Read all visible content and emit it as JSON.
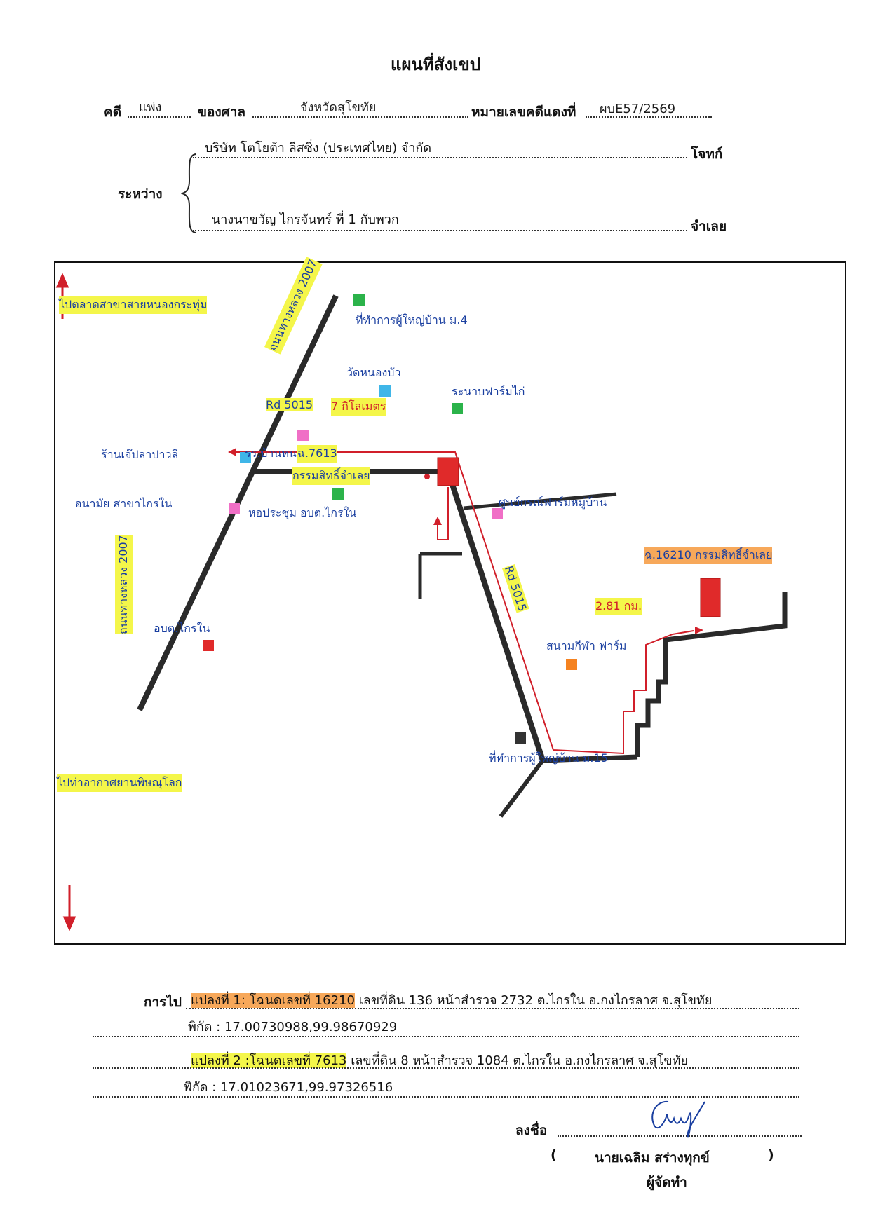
{
  "title": "แผนที่สังเขป",
  "header": {
    "case_label": "คดี",
    "case_value": "แพ่ง",
    "court_label": "ของศาล",
    "court_value": "จังหวัดสุโขทัย",
    "red_case_label": "หมายเลขคดีแดงที่",
    "red_case_value": "ผบE57/2569",
    "between_label": "ระหว่าง",
    "plaintiff_name": "บริษัท โตโยต้า ลีสซิ่ง (ประเทศไทย) จำกัด",
    "plaintiff_role": "โจทก์",
    "defendant_name": "นางนาขวัญ ไกรจันทร์ ที่ 1 กับพวก",
    "defendant_role": "จำเลย"
  },
  "map": {
    "north_note": "ไปตลาดสาขาสายหนองกระทุ่ม",
    "south_note": "ไปท่าอากาศยานพิษณุโลก",
    "road_2007_top": "ถนนทางหลวง 2007",
    "road_2007_bottom": "ถนนทางหลวง 2007",
    "village_head_4": "ที่ทำการผู้ใหญ่บ้าน ม.4",
    "temple": "วัดหนองบัว",
    "rd_5015_top": "Rd 5015",
    "distance_1": "7 กิโลเมตร",
    "chicken_farm": "ระนาบฟาร์มไก่",
    "shop": "ร้านเจ๊ปลาปาวลี",
    "rpt_school": "รร.บ้านหนองบัว",
    "plot2_label_1": "ฉ.7613",
    "plot2_label_2": "กรรมสิทธิ์จำเลย",
    "health_center": "อนามัย สาขาไกรใน",
    "meeting_hall": "หอประชุม อบต.ไกรใน",
    "farm_center": "ศูนย์กรณ์ฟาร์มหมู่บ้าน",
    "rd_5015_side": "Rd 5015",
    "plot1_label": "ฉ.16210 กรรมสิทธิ์จำเลย",
    "distance_2": "2.81 กม.",
    "abt": "อบต.ไกรใน",
    "stadium": "สนามกีฬา ฟาร์ม",
    "village_head_15": "ที่ทำการผู้ใหญ่บ้าน ม.15"
  },
  "directions": {
    "label": "การไป",
    "plot1_prefix": "แปลงที่ 1: โฉนดเลขที่ 16210",
    "plot1_rest": " เลขที่ดิน 136 หน้าสำรวจ 2732 ต.ไกรใน อ.กงไกรลาศ จ.สุโขทัย",
    "plot1_coords": "พิกัด : 17.00730988,99.98670929",
    "plot2_prefix": "แปลงที่ 2 :โฉนดเลขที่ 7613",
    "plot2_rest": " เลขที่ดิน 8 หน้าสำรวจ 1084 ต.ไกรใน อ.กงไกรลาศ จ.สุโขทัย",
    "plot2_coords": "พิกัด : 17.01023671,99.97326516"
  },
  "signature": {
    "sign_label": "ลงชื่อ",
    "open_paren": "(",
    "name": "นายเฉลิม สร่างทุกข์",
    "close_paren": ")",
    "role": "ผู้จัดทำ"
  },
  "colors": {
    "road": "#2a2a2a",
    "route": "#d11f2a",
    "highlight_yellow": "#f4f64a",
    "highlight_orange": "#f7a85a",
    "highlight_pink": "#f06fc6",
    "pen_blue": "#1a3fa0"
  }
}
